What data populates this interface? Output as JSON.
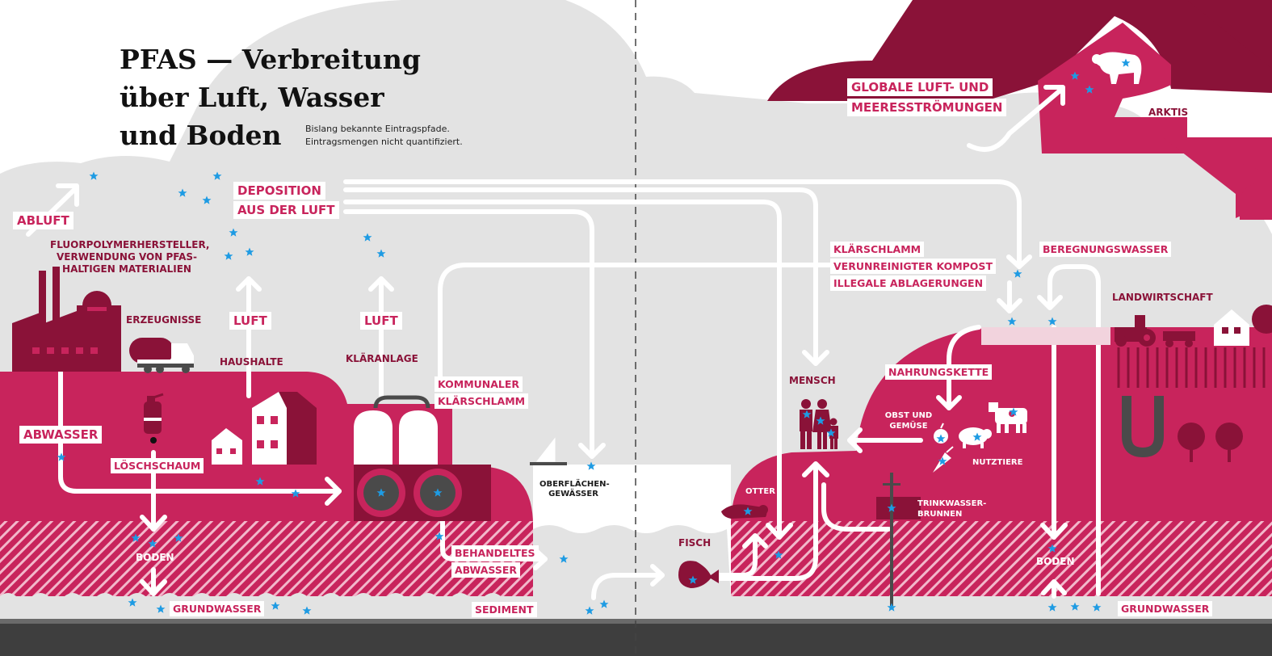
{
  "title_lines": [
    "PFAS — Verbreitung",
    "über Luft, Wasser",
    "und Boden"
  ],
  "subtitle_lines": [
    "Bislang bekannte Eintragspfade.",
    "Eintragsmengen nicht quantifiziert."
  ],
  "labels": {
    "abluft": "ABLUFT",
    "deposition_1": "DEPOSITION",
    "deposition_2": "AUS DER LUFT",
    "fluor_1": "FLUORPOLYMERHERSTELLER,",
    "fluor_2": "VERWENDUNG VON PFAS-",
    "fluor_3": "HALTIGEN MATERIALIEN",
    "erzeugnisse": "ERZEUGNISSE",
    "luft_1": "LUFT",
    "luft_2": "LUFT",
    "haushalte": "HAUSHALTE",
    "klaeranlage": "KLÄRANLAGE",
    "kommunaler_1": "KOMMUNALER",
    "kommunaler_2": "KLÄRSCHLAMM",
    "abwasser": "ABWASSER",
    "loeschschaum": "LÖSCHSCHAUM",
    "boden_left": "BODEN",
    "grundwasser_left": "GRUNDWASSER",
    "behandeltes_1": "BEHANDELTES",
    "behandeltes_2": "ABWASSER",
    "oberflaechen_1": "OBERFLÄCHEN-",
    "oberflaechen_2": "GEWÄSSER",
    "sediment": "SEDIMENT",
    "globale_1": "GLOBALE LUFT- UND",
    "globale_2": "MEERESSTRÖMUNGEN",
    "arktis": "ARKTIS",
    "klaerschlamm": "KLÄRSCHLAMM",
    "kompost": "VERUNREINIGTER KOMPOST",
    "ablagerungen": "ILLEGALE ABLAGERUNGEN",
    "beregnungswasser": "BEREGNUNGSWASSER",
    "landwirtschaft": "LANDWIRTSCHAFT",
    "mensch": "MENSCH",
    "nahrungskette": "NAHRUNGSKETTE",
    "obst_1": "OBST UND",
    "obst_2": "GEMÜSE",
    "nutztiere": "NUTZTIERE",
    "otter": "OTTER",
    "trinkwasser_1": "TRINKWASSER-",
    "trinkwasser_2": "BRUNNEN",
    "fisch": "FISCH",
    "boden_right": "BODEN",
    "grundwasser_right": "GRUNDWASSER"
  },
  "colors": {
    "magenta": "#c8245c",
    "dark_magenta": "#8a1238",
    "cloud_grey": "#e3e3e3",
    "star_blue": "#1e9be3",
    "machine_grey": "#4a4a4a"
  },
  "icons": [
    "factory-icon",
    "tanker-truck-icon",
    "fire-extinguisher-icon",
    "house-icon",
    "treatment-plant-icon",
    "sailboat-icon",
    "fish-icon",
    "otter-icon",
    "family-icon",
    "apple-icon",
    "carrot-icon",
    "pig-icon",
    "cow-icon",
    "tractor-icon",
    "farmhouse-icon",
    "tree-icon",
    "polar-bear-icon",
    "well-icon",
    "pfas-star-icon"
  ]
}
